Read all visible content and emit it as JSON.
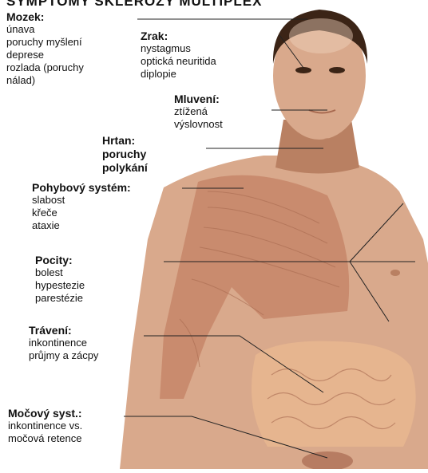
{
  "title": "SYMPTOMY SKLERÓZY MULTIPLEX",
  "colors": {
    "skin": "#d9a98c",
    "skin_shade": "#b98062",
    "muscle": "#c98b6e",
    "muscle_line": "#a86a50",
    "hair": "#3b2416",
    "intestine": "#e6b58f",
    "brain": "#efd2bd",
    "leader": "#222222"
  },
  "annotations": [
    {
      "title": "Mozek:",
      "items": [
        "únava",
        "poruchy myšlení",
        "deprese",
        "rozlada (poruchy",
        "nálad)"
      ]
    },
    {
      "title": "Zrak:",
      "items": [
        "nystagmus",
        "optická neuritida",
        "diplopie"
      ]
    },
    {
      "title": "Mluvení:",
      "items": [
        "ztížená",
        "výslovnost"
      ]
    },
    {
      "title": "Hrtan:",
      "items": [
        "poruchy",
        "polykání"
      ]
    },
    {
      "title": "Pohybový systém:",
      "items": [
        "slabost",
        "křeče",
        "ataxie"
      ]
    },
    {
      "title": "Pocity:",
      "items": [
        "bolest",
        "hypestezie",
        "parestézie"
      ]
    },
    {
      "title": "Trávení:",
      "items": [
        "inkontinence",
        "průjmy a zácpy"
      ]
    },
    {
      "title": "Močový syst.:",
      "items": [
        "inkontinence vs.",
        "močová retence"
      ]
    }
  ]
}
